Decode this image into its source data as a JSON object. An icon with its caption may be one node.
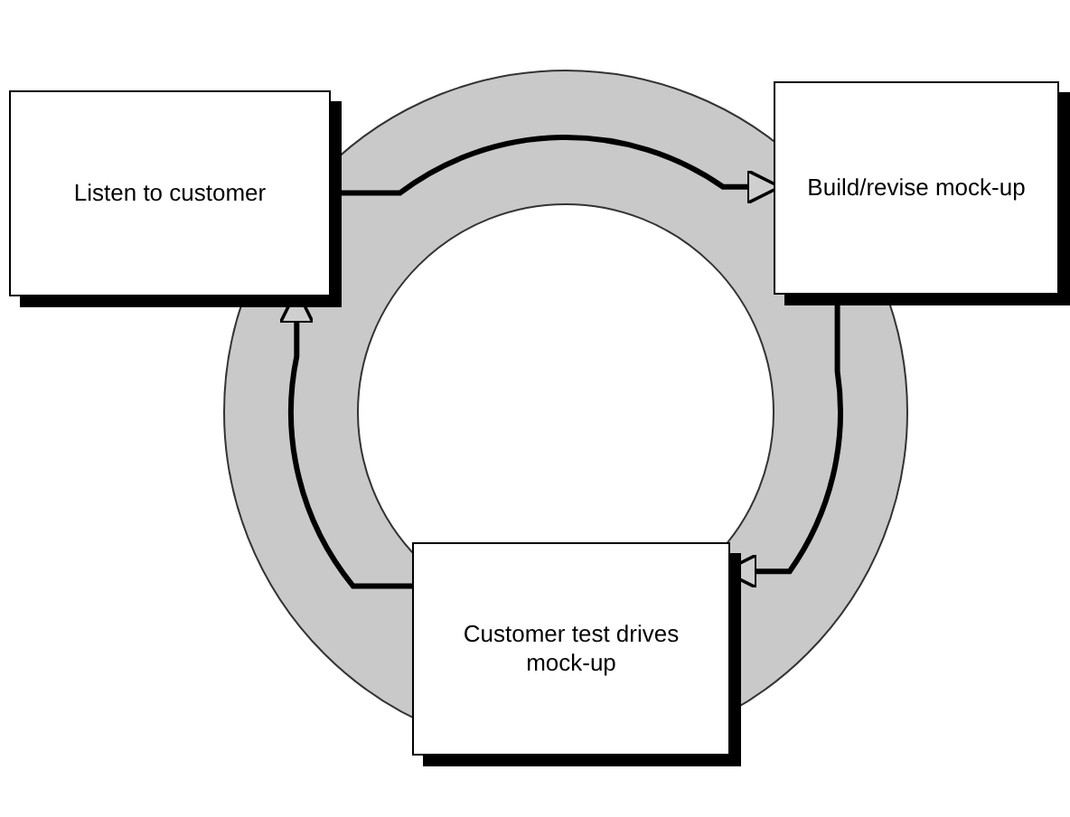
{
  "diagram": {
    "nodes": [
      {
        "text": [
          "Listen to customer"
        ]
      },
      {
        "text": [
          "Build/revise mock-up"
        ]
      },
      {
        "text": [
          "Customer test drives mock-up"
        ]
      }
    ],
    "edges": [
      {
        "from": 0,
        "to": 1,
        "arrow": "to"
      },
      {
        "from": 1,
        "to": 2,
        "arrow": "to"
      },
      {
        "from": 2,
        "to": 0,
        "arrow": "to"
      }
    ]
  }
}
